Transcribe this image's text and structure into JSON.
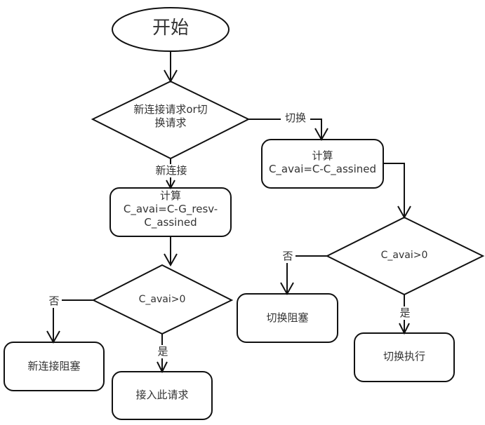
{
  "diagram": {
    "start": {
      "label": "开始"
    },
    "decision_request": {
      "line1": "新连接请求or切",
      "line2": "换请求"
    },
    "edge_new_connection": {
      "label": "新连接"
    },
    "edge_switch": {
      "label": "切换"
    },
    "calc_new": {
      "title": "计算",
      "line1": "C_avai=C-G_resv-",
      "line2": "C_assined"
    },
    "calc_switch": {
      "title": "计算",
      "line1": "C_avai=C-C_assined"
    },
    "decision_new": {
      "label": "C_avai>0",
      "no_label": "否",
      "yes_label": "是"
    },
    "decision_switch": {
      "label": "C_avai>0",
      "no_label": "否",
      "yes_label": "是"
    },
    "new_blocked": {
      "label": "新连接阻塞"
    },
    "accept_request": {
      "label": "接入此请求"
    },
    "switch_blocked": {
      "label": "切换阻塞"
    },
    "switch_execute": {
      "label": "切换执行"
    }
  }
}
